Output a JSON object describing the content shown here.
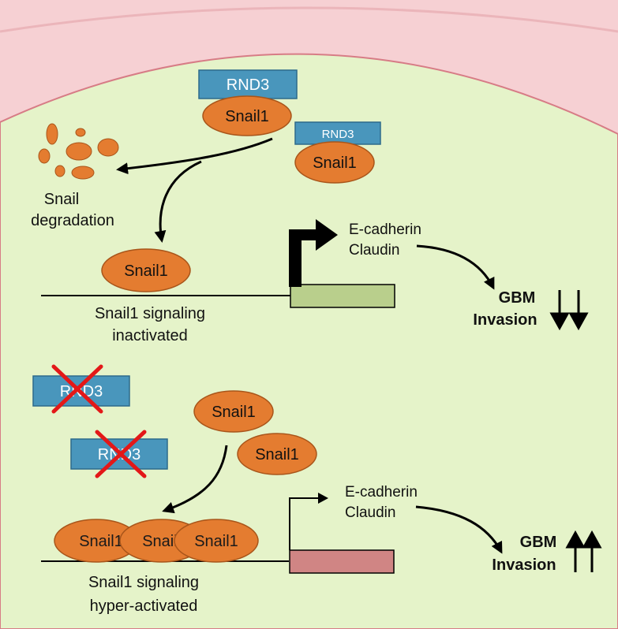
{
  "colors": {
    "membrane_outer": "#f6d0d3",
    "membrane_edge": "#d77c86",
    "cytoplasm": "#e5f3c9",
    "snail_fill": "#e47c30",
    "snail_stroke": "#a8551a",
    "rnd3_fill": "#4996bc",
    "rnd3_stroke": "#2d6a8b",
    "gene_inactive": "#b9cf8c",
    "gene_active": "#d08584",
    "cross": "#e31818"
  },
  "top": {
    "rnd3_large": "RND3",
    "snail_bound_large": "Snail1",
    "rnd3_small": "RND3",
    "snail_bound_small": "Snail1",
    "degradation_line1": "Snail",
    "degradation_line2": "degradation",
    "snail_on_dna": "Snail1",
    "caption_line1": "Snail1 signaling",
    "caption_line2": "inactivated",
    "target_gene1": "E-cadherin",
    "target_gene2": "Claudin",
    "outcome_line1": "GBM",
    "outcome_line2": "Invasion",
    "outcome_arrows": "↓↓"
  },
  "bottom": {
    "rnd3_crossed_1": "RND3",
    "rnd3_crossed_2": "RND3",
    "free_snail_1": "Snail1",
    "free_snail_2": "Snail1",
    "dna_snail_1": "Snail1",
    "dna_snail_2": "Snail1",
    "dna_snail_3": "Snail1",
    "caption_line1": "Snail1 signaling",
    "caption_line2": "hyper-activated",
    "target_gene1": "E-cadherin",
    "target_gene2": "Claudin",
    "outcome_line1": "GBM",
    "outcome_line2": "Invasion",
    "outcome_arrows": "↑↑"
  }
}
